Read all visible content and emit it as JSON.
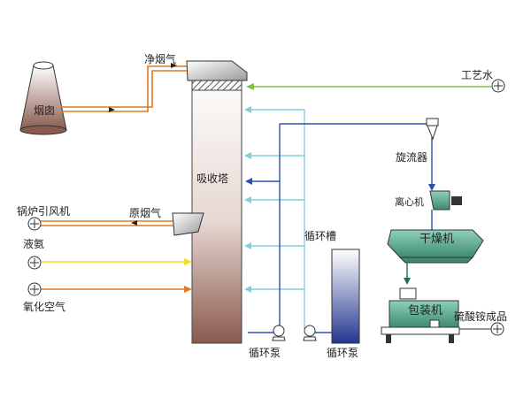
{
  "labels": {
    "chimney": "烟囱",
    "clean_flue_gas": "净烟气",
    "process_water": "工艺水",
    "absorption_tower": "吸收塔",
    "cyclone": "旋流器",
    "boiler_fan": "锅炉引风机",
    "raw_flue_gas": "原烟气",
    "centrifuge": "离心机",
    "dryer": "干燥机",
    "ammonia": "液氨",
    "circulation_tank": "循环槽",
    "oxidation_air": "氧化空气",
    "packing_machine": "包装机",
    "product": "硫酸铵成品",
    "pump_1": "循环泵",
    "pump_2": "循环泵"
  },
  "colors": {
    "flue_gas": "#e07a1f",
    "process_water": "#7cc242",
    "ammonia": "#f0e020",
    "oxidation_air": "#e07a1f",
    "circulation": "#2b4fb3",
    "spray": "#7fd0d8",
    "equipment": "#5fa58f"
  },
  "icons": [
    "fan-icon",
    "pump-icon",
    "arrow-icon"
  ]
}
